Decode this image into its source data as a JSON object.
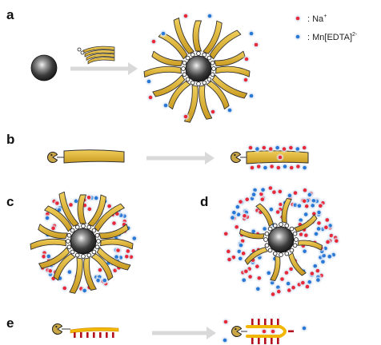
{
  "panels": [
    {
      "id": "a",
      "label": "a"
    },
    {
      "id": "b",
      "label": "b"
    },
    {
      "id": "c",
      "label": "c"
    },
    {
      "id": "d",
      "label": "d"
    },
    {
      "id": "e",
      "label": "e"
    }
  ],
  "legend": {
    "na": {
      "text": ": Na",
      "sup": "+",
      "color": "#e8293a"
    },
    "mn": {
      "text": ": Mn[EDTA]",
      "sup": "2-",
      "color": "#2a78d6"
    }
  },
  "colors": {
    "ribbon_fill": "#e3b93e",
    "ribbon_stroke": "#333333",
    "stem_red": "#b3121d",
    "ribbon_orange": "#f2b705",
    "arrow": "#d9d9d9",
    "ion_halo": "#dbe6f3"
  },
  "icons": {
    "sphere": "metal-sphere-icon",
    "anchor": "pacman-anchor-icon",
    "arrow": "right-arrow-icon"
  }
}
